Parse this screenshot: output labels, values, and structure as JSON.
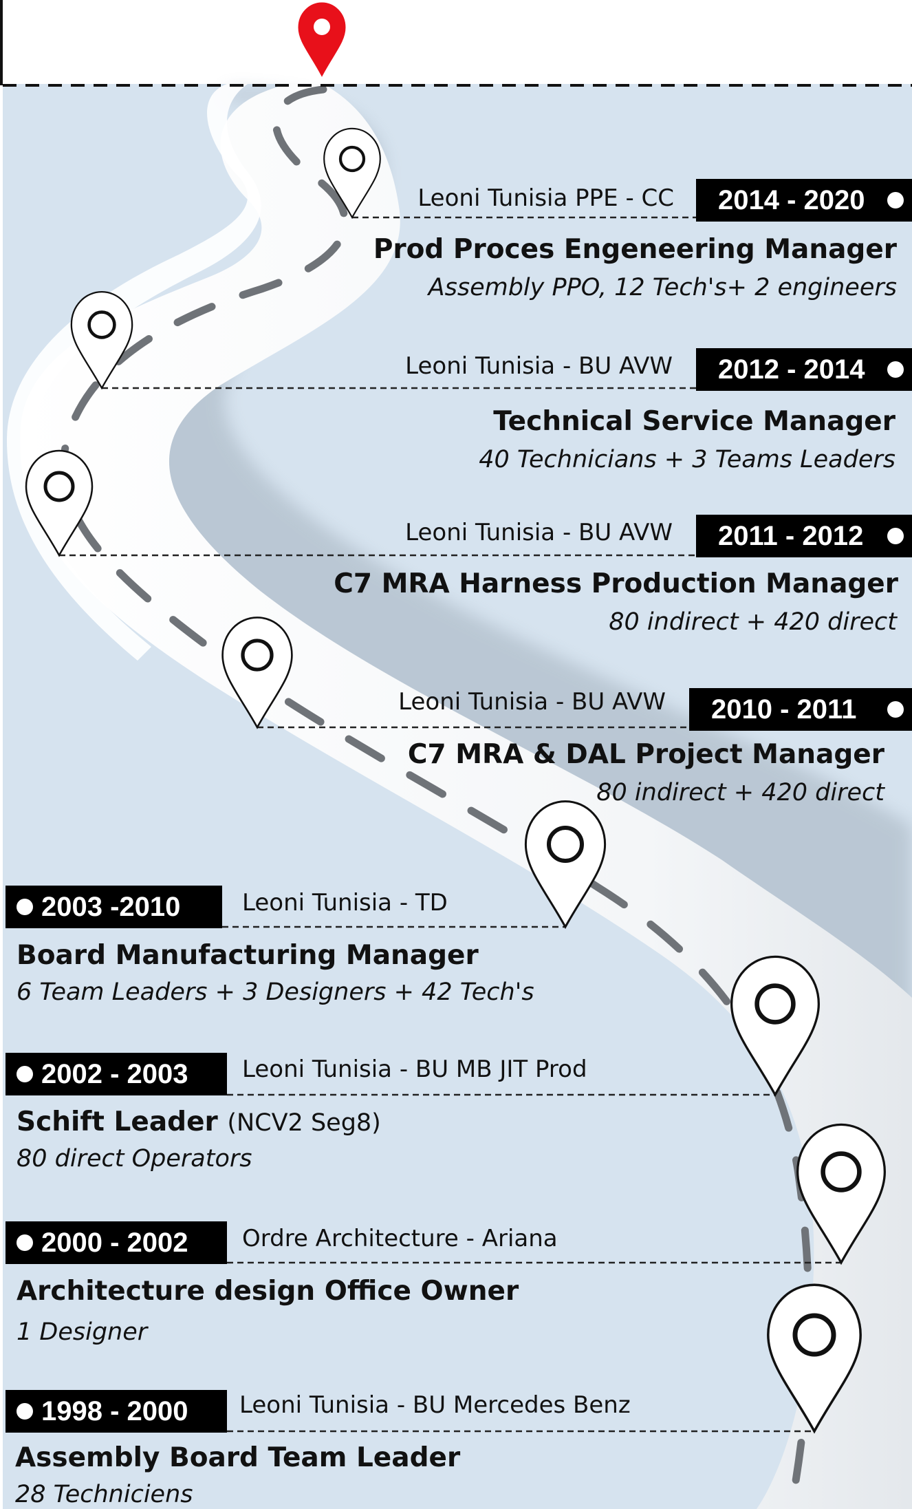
{
  "colors": {
    "background": "#d6e3ef",
    "road": "#ffffff",
    "badge": "#000000",
    "accent_pin": "#e8101a"
  },
  "icons": {
    "start_pin": "red-location-pin-icon",
    "stop_pin": "white-location-pin-icon"
  },
  "entries": [
    {
      "years": "2014 - 2020",
      "company": "Leoni Tunisia PPE - CC",
      "title": "Prod Proces Engeneering Manager",
      "title_note": "",
      "detail": "Assembly PPO, 12 Tech's+ 2 engineers"
    },
    {
      "years": "2012 - 2014",
      "company": "Leoni Tunisia - BU AVW",
      "title": "Technical Service Manager",
      "title_note": "",
      "detail": "40 Technicians + 3 Teams Leaders"
    },
    {
      "years": "2011 - 2012",
      "company": "Leoni Tunisia - BU AVW",
      "title": "C7 MRA Harness Production Manager",
      "title_note": "",
      "detail": "80 indirect + 420 direct"
    },
    {
      "years": "2010 - 2011",
      "company": "Leoni Tunisia - BU AVW",
      "title": "C7 MRA & DAL Project Manager",
      "title_note": "",
      "detail": "80 indirect + 420 direct"
    },
    {
      "years": "2003 -2010",
      "company": "Leoni Tunisia - TD",
      "title": "Board Manufacturing Manager",
      "title_note": "",
      "detail": "6 Team Leaders + 3 Designers + 42 Tech's"
    },
    {
      "years": "2002 - 2003",
      "company": "Leoni Tunisia - BU MB JIT Prod",
      "title": "Schift Leader",
      "title_note": "(NCV2 Seg8)",
      "detail": "80 direct Operators"
    },
    {
      "years": "2000 - 2002",
      "company": "Ordre Architecture - Ariana",
      "title": "Architecture design Office Owner",
      "title_note": "",
      "detail": "1 Designer"
    },
    {
      "years": "1998 - 2000",
      "company": "Leoni Tunisia - BU Mercedes Benz",
      "title": "Assembly Board Team Leader",
      "title_note": "",
      "detail": "28 Techniciens"
    }
  ]
}
